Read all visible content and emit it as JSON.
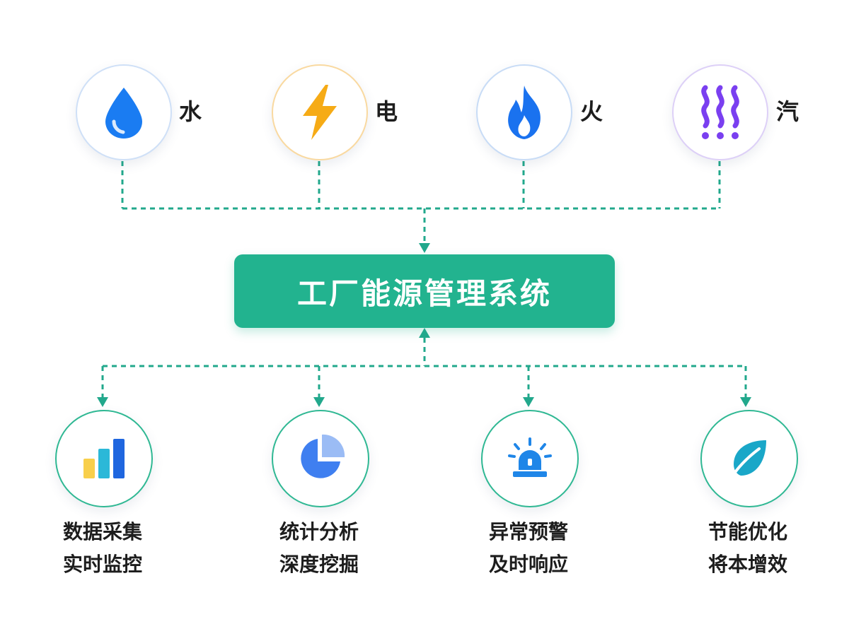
{
  "system": {
    "title": "工厂能源管理系统"
  },
  "sources": [
    {
      "label": "水",
      "icon": "water-drop-icon",
      "color": "#1a7cf2",
      "ring": "#cfe0f7"
    },
    {
      "label": "电",
      "icon": "lightning-bolt-icon",
      "color": "#f6ab16",
      "ring": "#f9d9a0"
    },
    {
      "label": "火",
      "icon": "flame-icon",
      "color": "#1a72ef",
      "ring": "#c8dcf6"
    },
    {
      "label": "汽",
      "icon": "steam-icon",
      "color": "#7a3ff0",
      "ring": "#ddd0f7"
    }
  ],
  "features": [
    {
      "line1": "数据采集",
      "line2": "实时监控",
      "icon": "bar-chart-icon"
    },
    {
      "line1": "统计分析",
      "line2": "深度挖掘",
      "icon": "pie-chart-icon"
    },
    {
      "line1": "异常预警",
      "line2": "及时响应",
      "icon": "alarm-light-icon"
    },
    {
      "line1": "节能优化",
      "line2": "将本增效",
      "icon": "leaf-icon"
    }
  ],
  "colors": {
    "accent": "#22b38f",
    "connector": "#22a88c",
    "feature_ring": "#2fb893",
    "bar_yellow": "#f8cf4b",
    "bar_cyan": "#2bb8d8",
    "bar_blue": "#1f66df",
    "pie_main": "#3f7ff0",
    "pie_slice": "#9bbcf5",
    "alarm": "#1f86e8",
    "leaf": "#1aa7c8"
  }
}
